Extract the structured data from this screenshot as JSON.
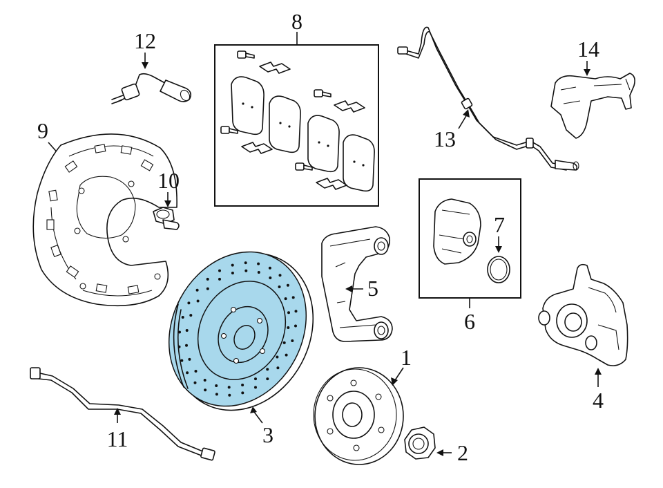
{
  "colors": {
    "highlight": "#a8d8ec",
    "line": "#111111",
    "background": "#ffffff"
  },
  "callouts": [
    {
      "id": "1",
      "text": "1"
    },
    {
      "id": "2",
      "text": "2"
    },
    {
      "id": "3",
      "text": "3"
    },
    {
      "id": "4",
      "text": "4"
    },
    {
      "id": "5",
      "text": "5"
    },
    {
      "id": "6",
      "text": "6"
    },
    {
      "id": "7",
      "text": "7"
    },
    {
      "id": "8",
      "text": "8"
    },
    {
      "id": "9",
      "text": "9"
    },
    {
      "id": "10",
      "text": "10"
    },
    {
      "id": "11",
      "text": "11"
    },
    {
      "id": "12",
      "text": "12"
    },
    {
      "id": "13",
      "text": "13"
    },
    {
      "id": "14",
      "text": "14"
    }
  ]
}
